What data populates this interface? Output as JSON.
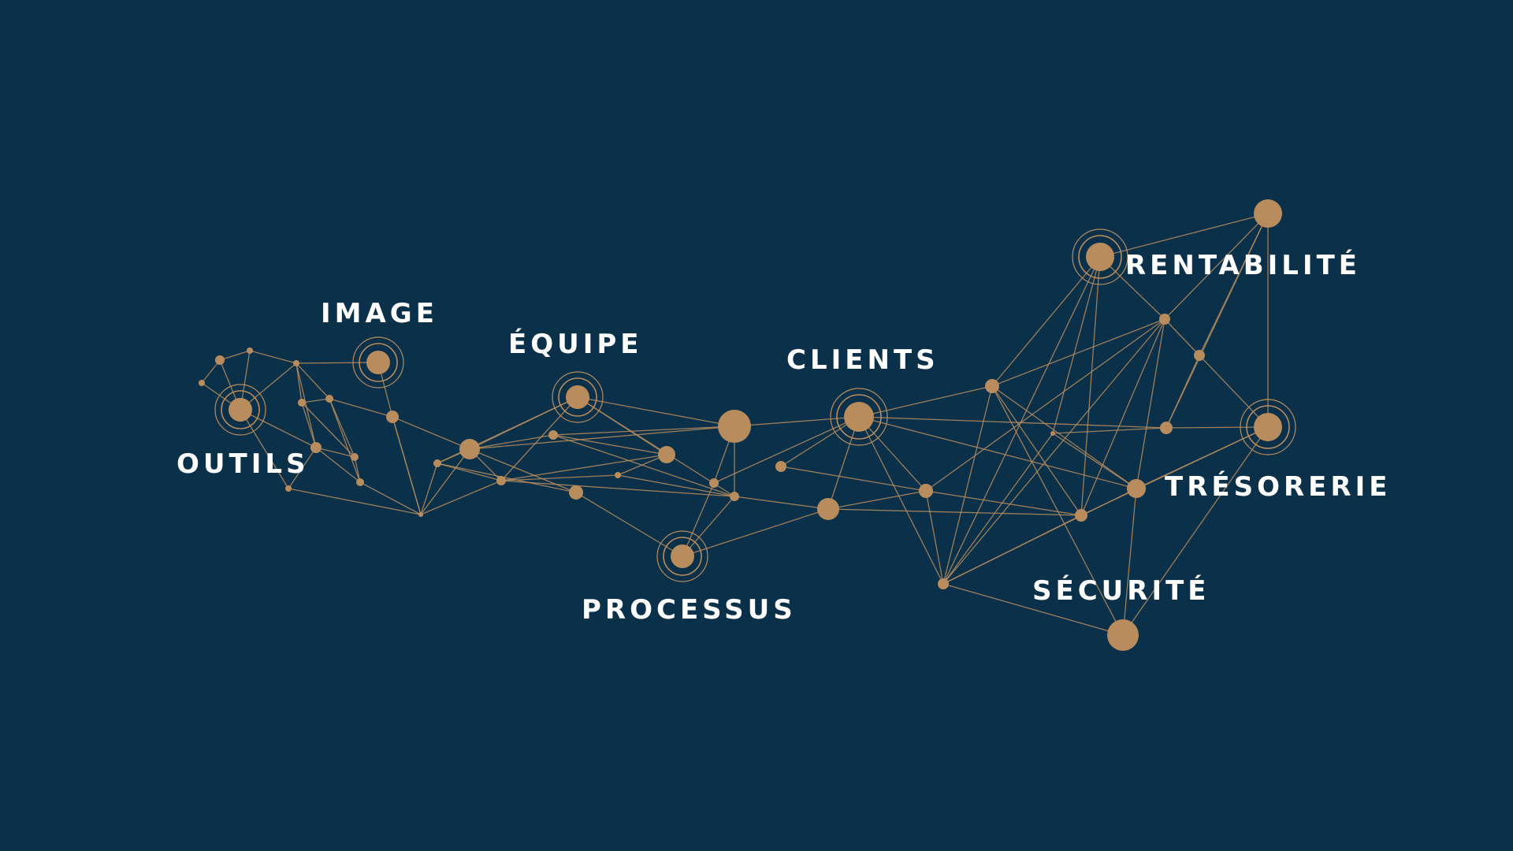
{
  "diagram": {
    "colors": {
      "background": "#0a3149",
      "accent": "#b98c5e",
      "label": "#ffffff"
    },
    "labels": {
      "image": "IMAGE",
      "equipe": "ÉQUIPE",
      "clients": "CLIENTS",
      "rentabilite": "RENTABILITÉ",
      "outils": "OUTILS",
      "processus": "PROCESSUS",
      "tresorerie": "TRÉSORERIE",
      "securite": "SÉCURITÉ"
    }
  }
}
